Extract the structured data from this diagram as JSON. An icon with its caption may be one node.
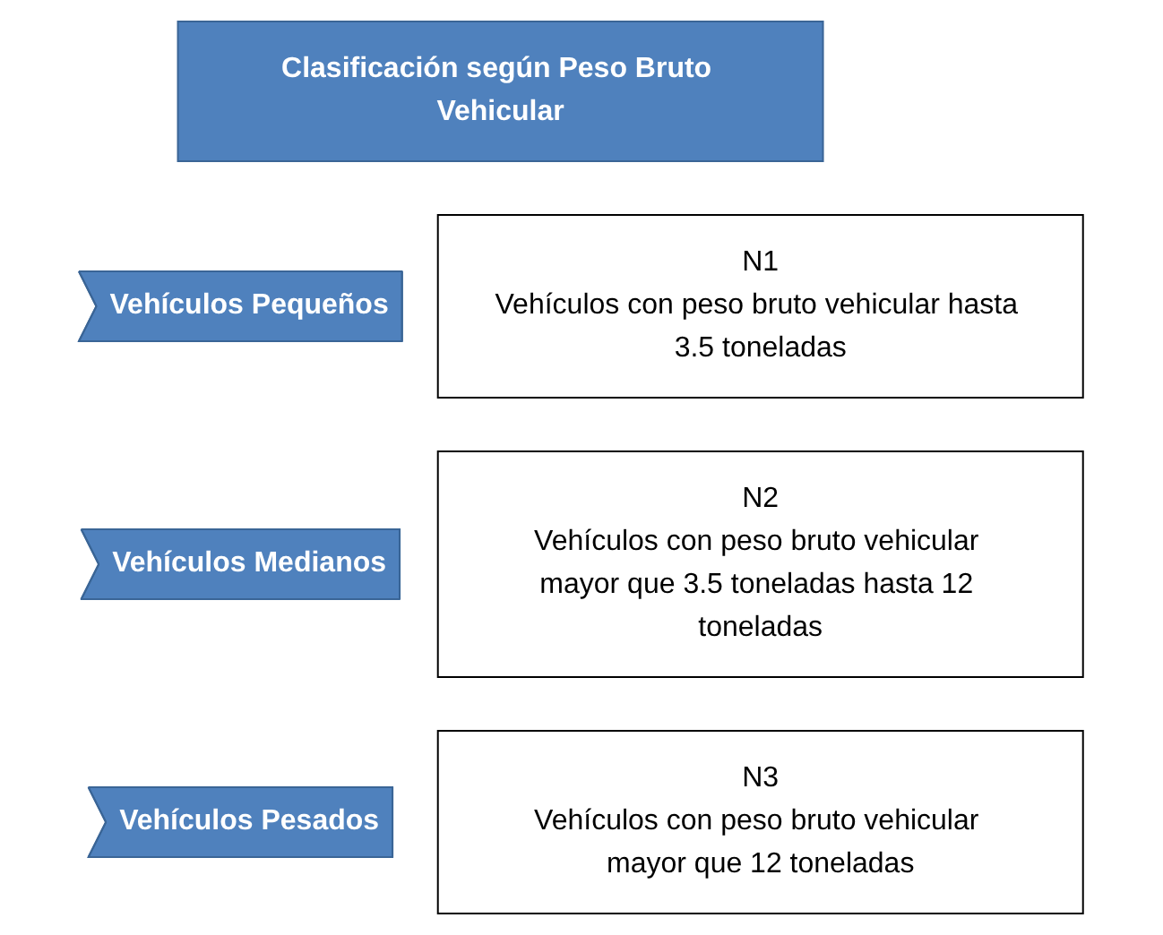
{
  "diagram": {
    "nodes": [
      {
        "text": [
          "Clasificación según Peso Bruto Vehicular"
        ]
      },
      {
        "text": [
          "Vehículos Pequeños"
        ]
      },
      {
        "text": [
          "N1",
          "Vehículos con peso bruto vehicular hasta 3.5 toneladas"
        ]
      },
      {
        "text": [
          "Vehículos Medianos"
        ]
      },
      {
        "text": [
          "N2",
          "Vehículos con peso bruto vehicular mayor que 3.5 toneladas hasta 12 toneladas"
        ]
      },
      {
        "text": [
          "Vehículos Pesados"
        ]
      },
      {
        "text": [
          "N3",
          "Vehículos con peso bruto vehicular mayor que 12 toneladas"
        ]
      }
    ],
    "edges": []
  }
}
